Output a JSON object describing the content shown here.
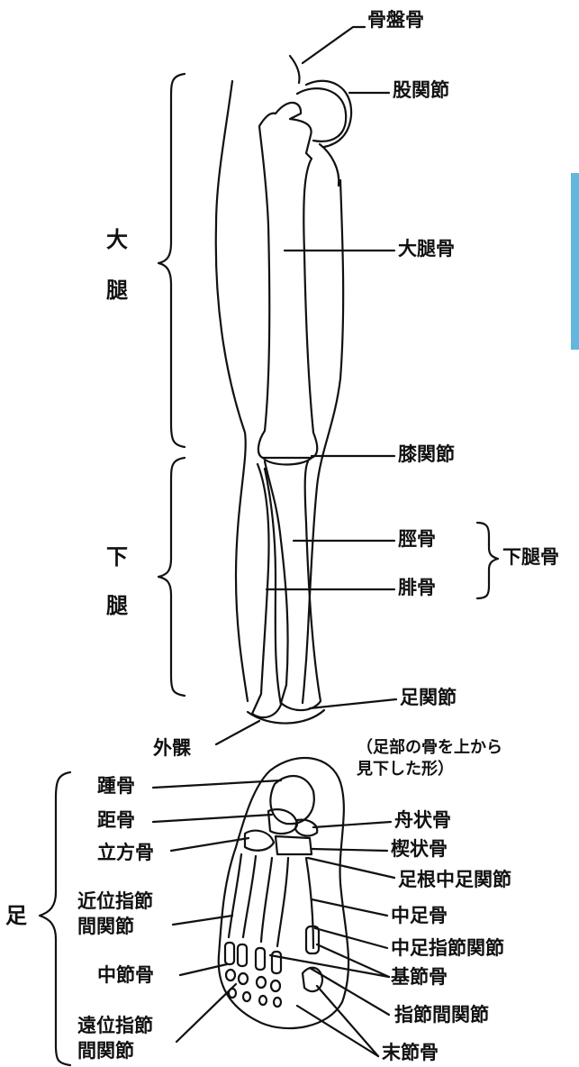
{
  "labels": {
    "pelvis": "骨盤骨",
    "hip_joint": "股関節",
    "femur": "大腿骨",
    "knee_joint": "膝関節",
    "tibia": "脛骨",
    "fibula": "腓骨",
    "lower_leg_bones": "下腿骨",
    "ankle_joint": "足関節",
    "lateral_malleolus": "外髁",
    "calcaneus": "踵骨",
    "talus": "距骨",
    "cuboid": "立方骨",
    "navicular": "舟状骨",
    "cuneiform": "楔状骨",
    "tarsometatarsal_joint": "足根中足関節",
    "metatarsal": "中足骨",
    "mtp_joint": "中足指節関節",
    "proximal_phalanx": "基節骨",
    "interphalangeal_joint": "指節間関節",
    "distal_phalanx": "末節骨",
    "middle_phalanx": "中節骨",
    "pip_joint_1": "近位指節",
    "pip_joint_2": "間関節",
    "dip_joint_1": "遠位指節",
    "dip_joint_2": "間関節"
  },
  "regions": {
    "thigh_1": "大",
    "thigh_2": "腿",
    "lower_leg_1": "下",
    "lower_leg_2": "腿",
    "foot": "足"
  },
  "note": {
    "line1": "（足部の骨を上から",
    "line2": "見下した形）"
  },
  "colors": {
    "tab": "#63b6dd",
    "ink": "#111111"
  }
}
